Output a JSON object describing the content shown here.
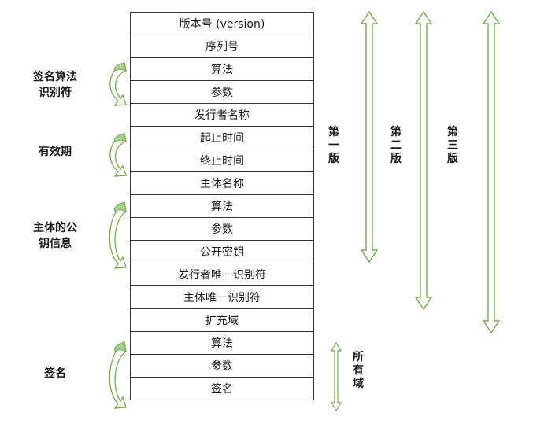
{
  "fields": [
    "版本号 (version)",
    "序列号",
    "算法",
    "参数",
    "发行者名称",
    "起止时间",
    "终止时间",
    "主体名称",
    "算法",
    "参数",
    "公开密钥",
    "发行者唯一识别符",
    "主体唯一识别符",
    "扩充域",
    "算法",
    "参数",
    "签名"
  ],
  "group_labels": {
    "sig_algo_id": "签名算法\n识别符",
    "validity": "有效期",
    "subject_pubkey": "主体的公\n钥信息",
    "signature": "签名"
  },
  "version_labels": {
    "v1": "第\n一\n版",
    "v2": "第\n二\n版",
    "v3": "第\n三\n版",
    "all": "所\n有\n域"
  },
  "colors": {
    "arrow": "#70ad47",
    "arrow_fill": "#a9d18e",
    "border": "#333333"
  }
}
